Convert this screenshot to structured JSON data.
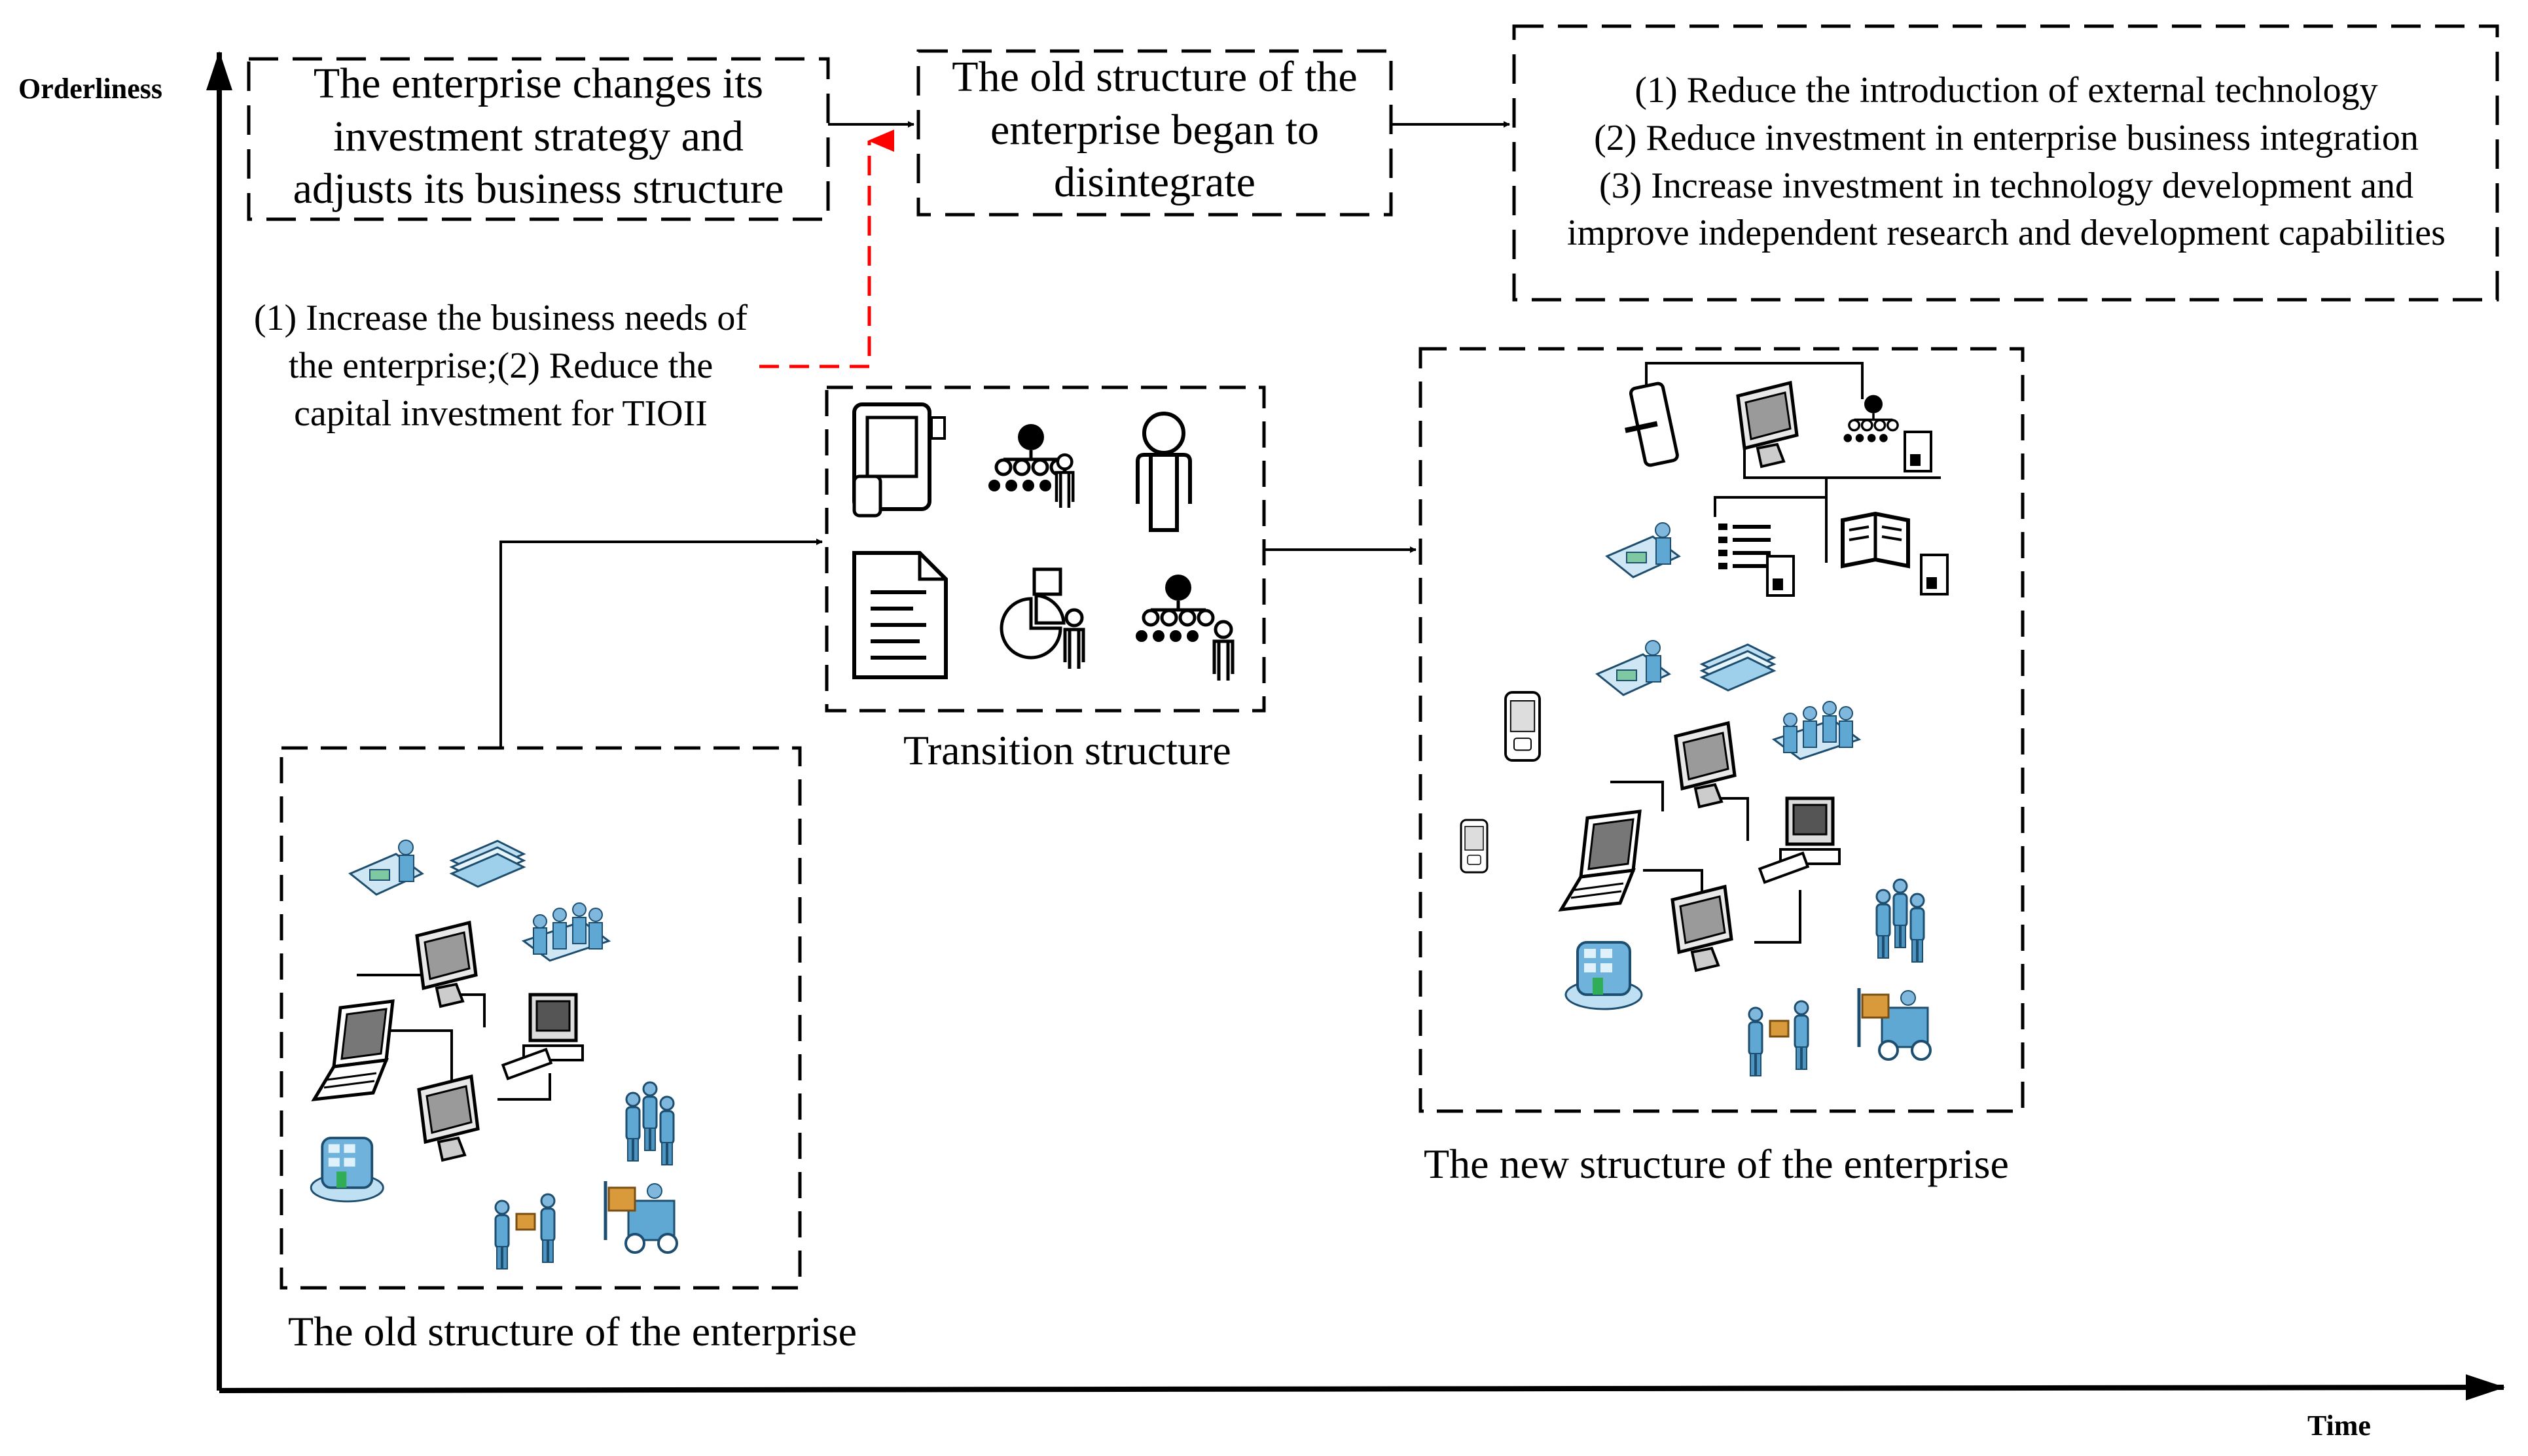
{
  "axes": {
    "y_label": "Orderliness",
    "x_label": "Time"
  },
  "boxes": {
    "strategy": [
      "The enterprise changes its",
      "investment strategy and",
      "adjusts its business structure"
    ],
    "disintegrate": [
      "The old structure of the",
      "enterprise began to",
      "disintegrate"
    ],
    "measures": [
      "(1) Reduce the introduction of external technology",
      "(2) Reduce investment in enterprise business integration",
      "(3) Increase investment in technology development and",
      "improve independent research and development capabilities"
    ]
  },
  "condition": [
    "(1) Increase the business needs of",
    "the enterprise;(2) Reduce the",
    "capital investment for TIOII"
  ],
  "captions": {
    "transition": "Transition structure",
    "new": "The new structure of the enterprise",
    "old": "The old structure of the enterprise"
  },
  "colors": {
    "line": "#000000",
    "condition_arrow": "#ff0000",
    "icon_blue": "#5fa8d3",
    "icon_orange": "#d89a3a"
  }
}
